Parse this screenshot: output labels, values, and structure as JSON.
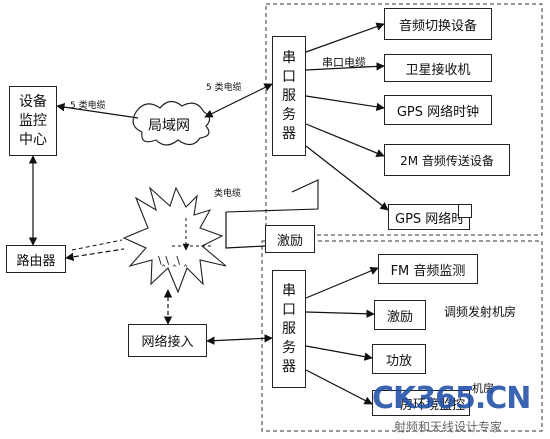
{
  "nodes": {
    "control_center": "设备\n监控\n中心",
    "lan": "局域网",
    "serial_server": "串\n口\n服\n务\n器",
    "audio_switch": "音频切换设备",
    "satellite_rx": "卫星接收机",
    "gps_clock": "GPS 网络时钟",
    "audio_2m": "2M 音频传送设备",
    "gps_clock_2": "GPS 网络时",
    "exciter": "激励",
    "router": "路由器",
    "network_access": "网络接入",
    "cloud_text": "\\‸\\ ‸\\ ‸",
    "fm_monitor": "FM 音频监测",
    "exciter_2": "激励",
    "amplifier": "功放",
    "env_monitor": "房环境监控"
  },
  "labels": {
    "cable_cc_lan": "5 类电缆",
    "cable_lan_server": "5 类电缆",
    "cable_server_top": "串口电缆",
    "cable_cloud": "类电缆",
    "room_label": "调频发射机房",
    "room_label_2": "机房"
  },
  "watermark": {
    "brand": "CK365.CN",
    "slogan": "射频和天线设计专家",
    "colors": {
      "blue": "#1f4fa8",
      "red": "#d8432c",
      "gray": "#777777"
    }
  }
}
